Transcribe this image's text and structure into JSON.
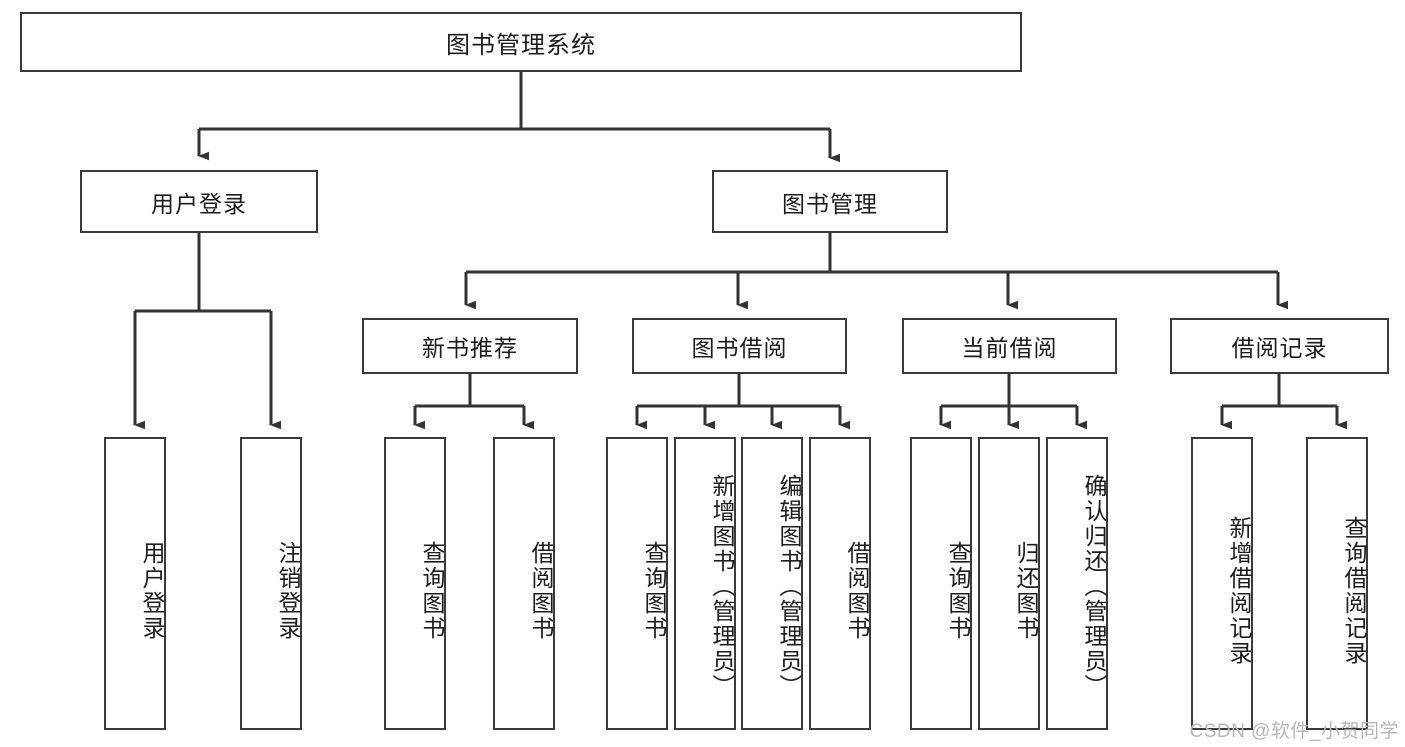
{
  "diagram": {
    "type": "tree-hierarchy",
    "title": "图书管理系统",
    "root": {
      "label": "图书管理系统"
    },
    "level1": [
      {
        "label": "用户登录"
      },
      {
        "label": "图书管理"
      }
    ],
    "level2": [
      {
        "label": "新书推荐"
      },
      {
        "label": "图书借阅"
      },
      {
        "label": "当前借阅"
      },
      {
        "label": "借阅记录"
      }
    ],
    "leaves": {
      "user_login": [
        {
          "label": "用户登录"
        },
        {
          "label": "注销登录"
        }
      ],
      "new_book_recommend": [
        {
          "label": "查询图书"
        },
        {
          "label": "借阅图书"
        }
      ],
      "book_borrow": [
        {
          "label": "查询图书"
        },
        {
          "label": "新增图书（管理员）"
        },
        {
          "label": "编辑图书（管理员）"
        },
        {
          "label": "借阅图书"
        }
      ],
      "current_borrow": [
        {
          "label": "查询图书"
        },
        {
          "label": "归还图书"
        },
        {
          "label": "确认归还（管理员）"
        }
      ],
      "borrow_record": [
        {
          "label": "新增借阅记录"
        },
        {
          "label": "查询借阅记录"
        }
      ]
    }
  },
  "watermark": {
    "text": "CSDN @软件_小贺同学"
  },
  "colors": {
    "border": "#3a3a3a",
    "text": "#1d1d1d",
    "background": "#ffffff",
    "edge": "#333333",
    "watermark": "#b7b7b7"
  }
}
